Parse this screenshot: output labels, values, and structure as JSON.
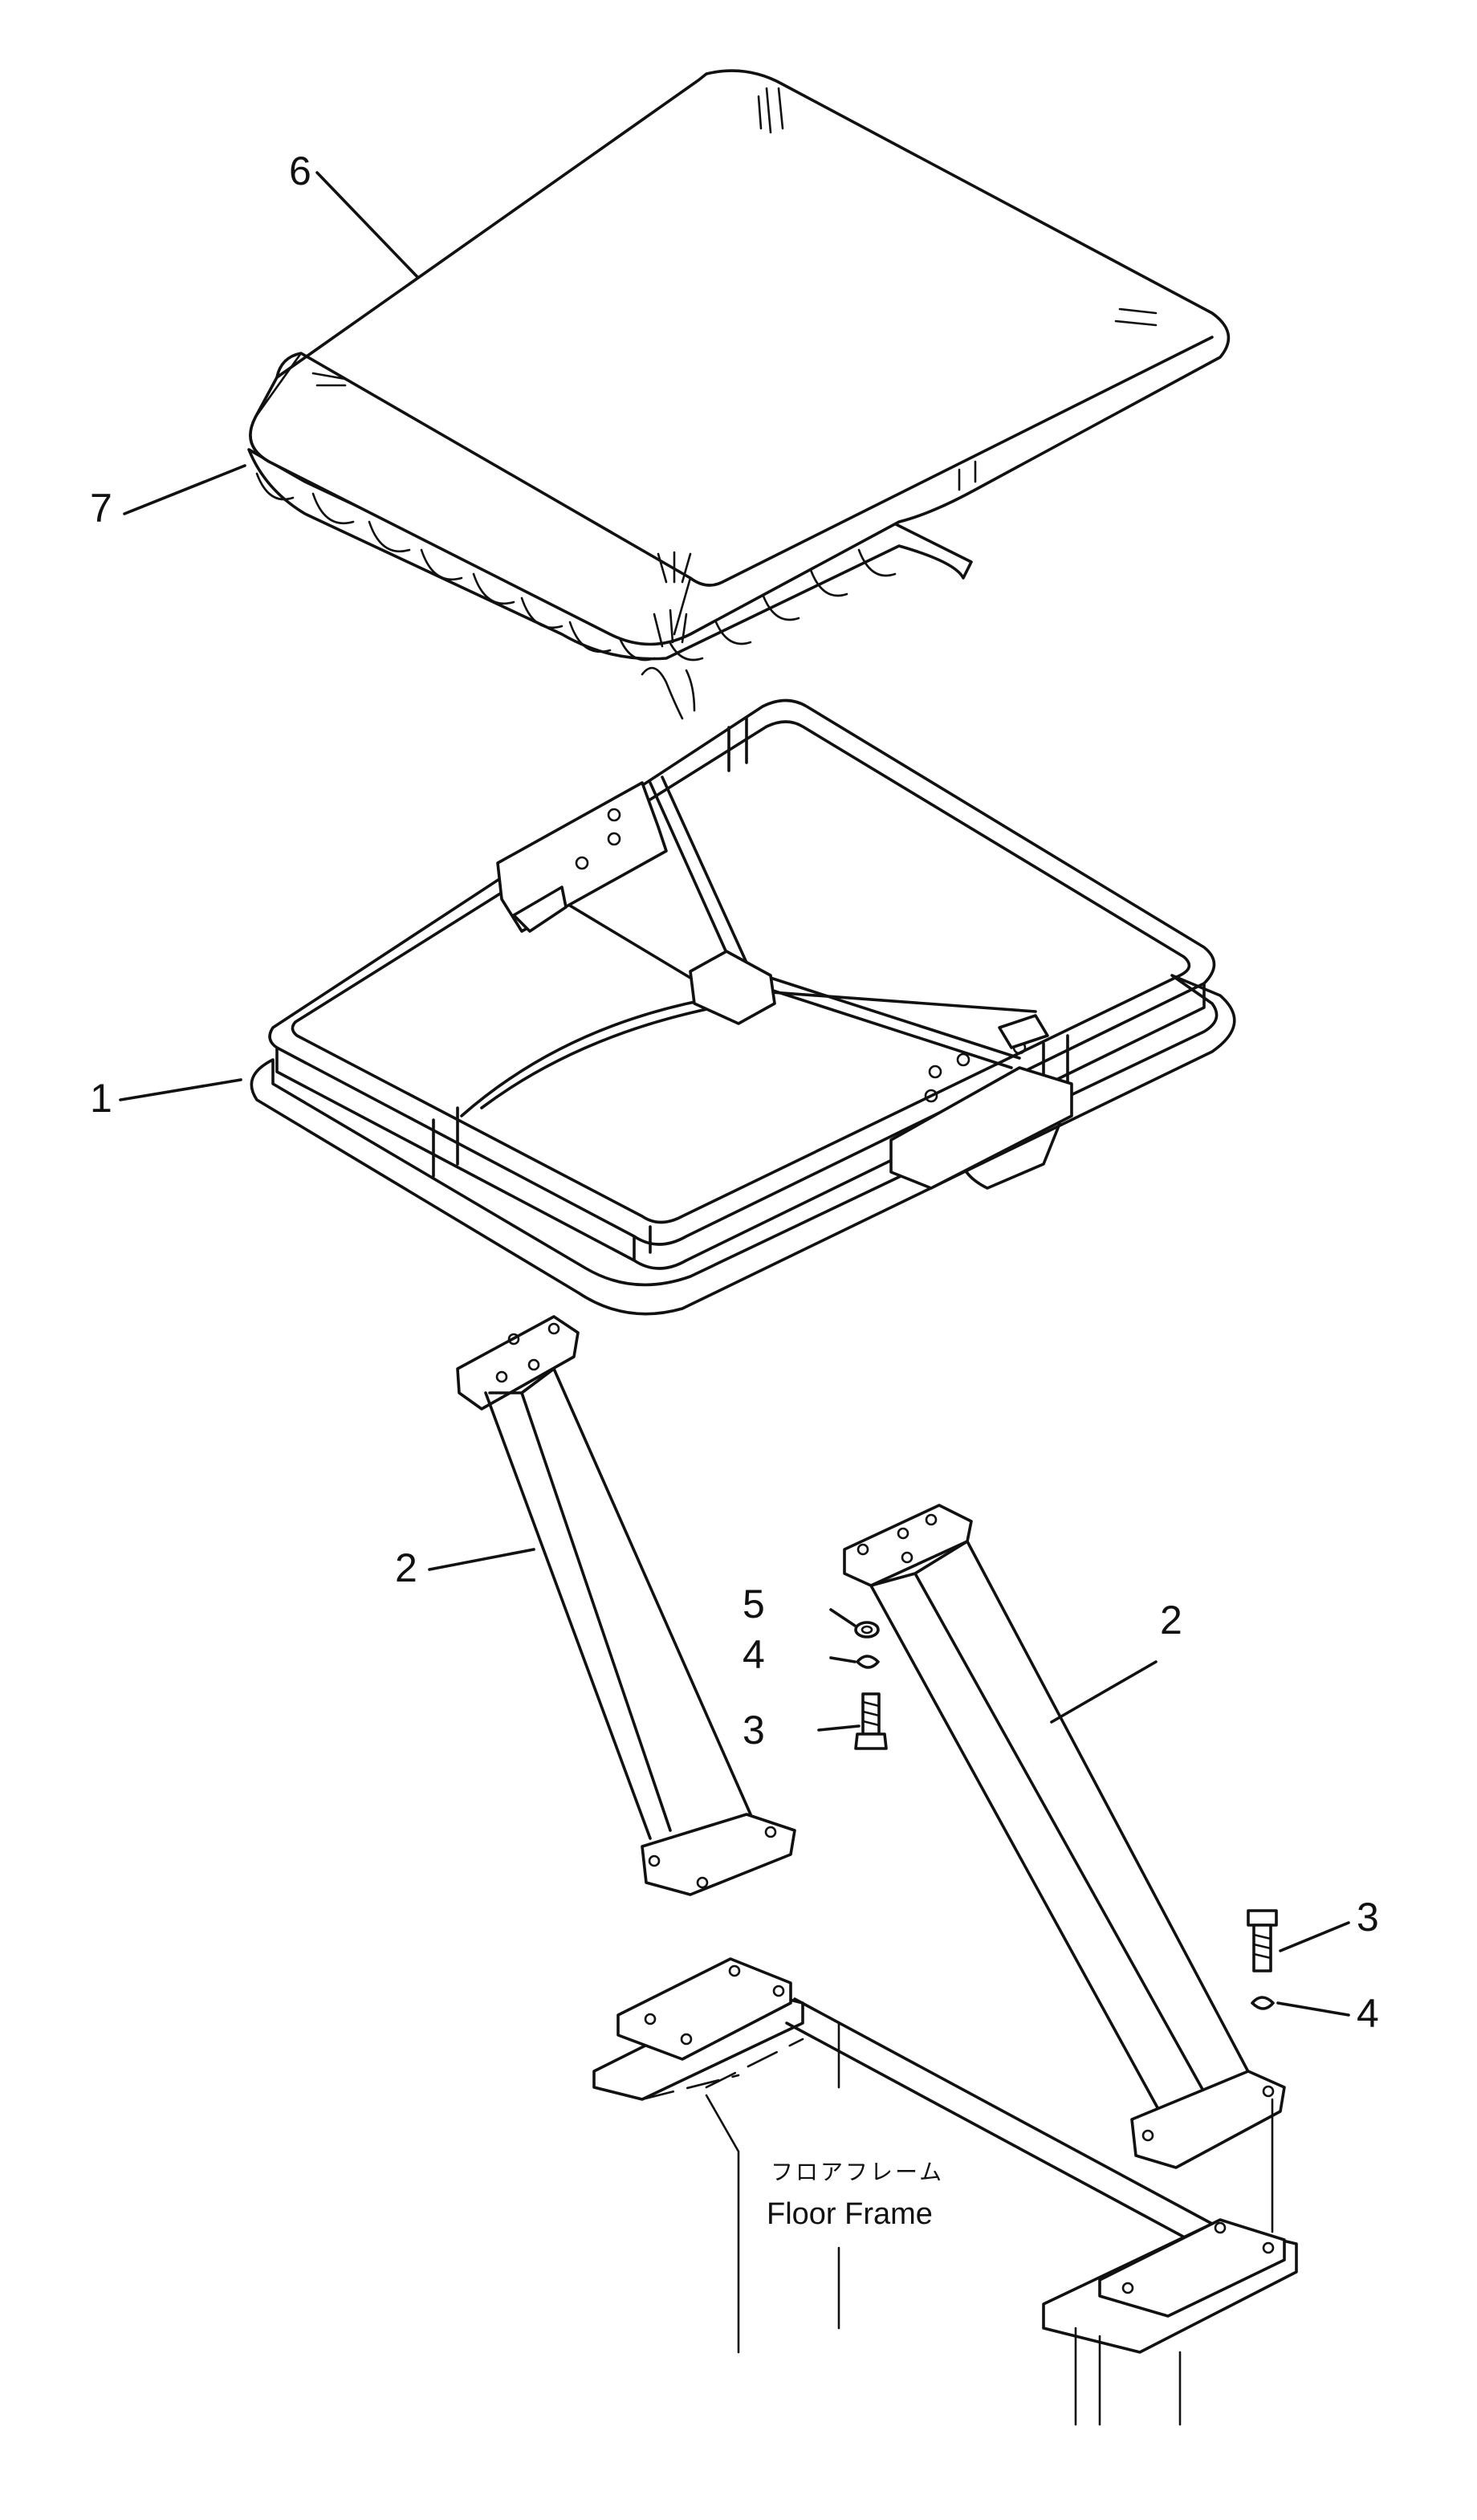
{
  "callouts": {
    "part1": "1",
    "part2_left": "2",
    "part2_right": "2",
    "part3_left": "3",
    "part3_right": "3",
    "part4_left": "4",
    "part4_right": "4",
    "part5": "5",
    "part6": "6",
    "part7": "7"
  },
  "floor_frame": {
    "label_jp": "フロアフレーム",
    "label_en": "Floor Frame"
  }
}
